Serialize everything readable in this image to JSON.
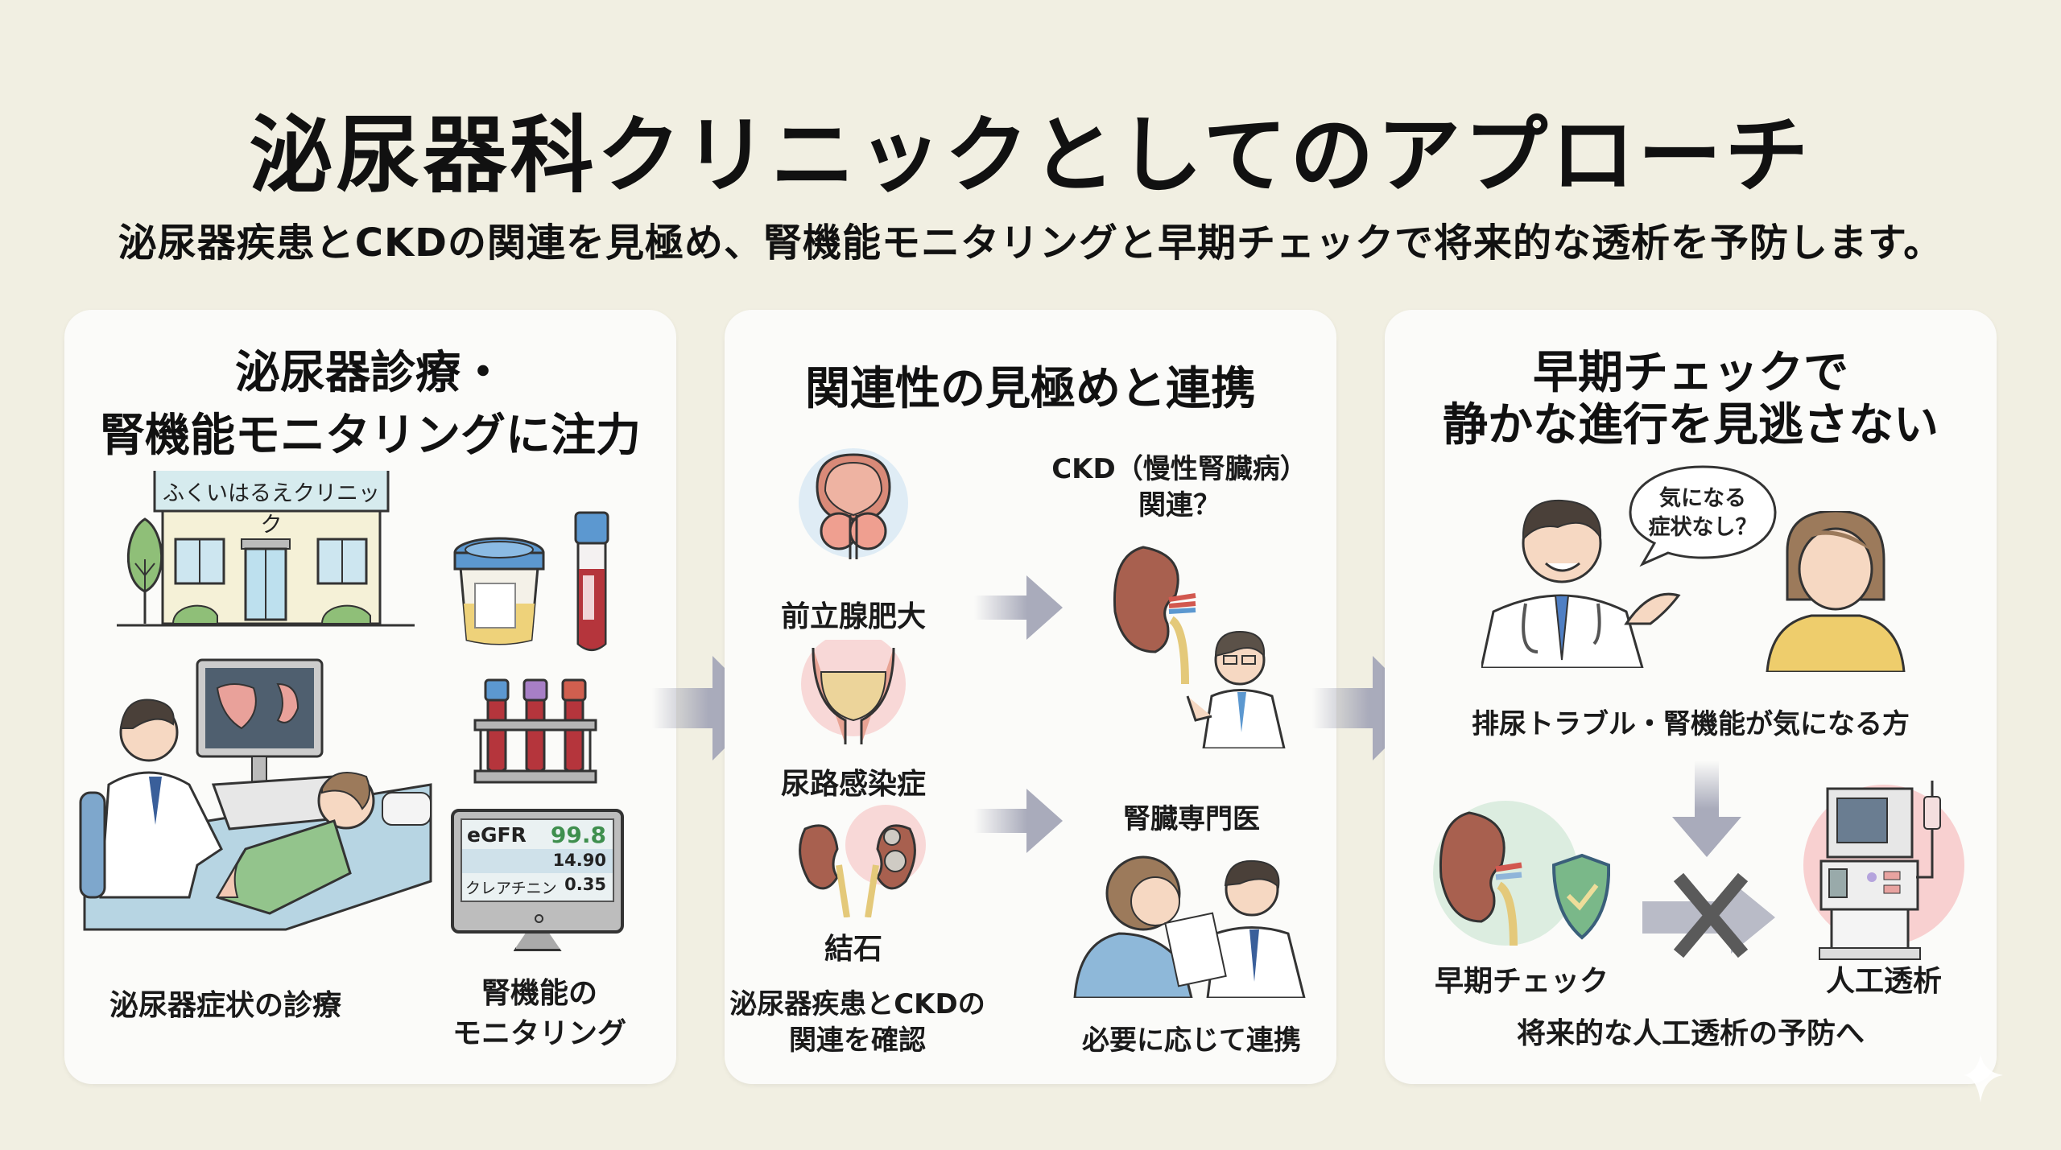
{
  "header": {
    "title": "泌尿器科クリニックとしてのアプローチ",
    "subtitle": "泌尿器疾患とCKDの関連を見極め、腎機能モニタリングと早期チェックで将来的な透析を予防します。"
  },
  "panels": [
    {
      "title_line1": "泌尿器診療・",
      "title_line2": "腎機能モニタリングに注力",
      "clinic_sign": "ふくいはるえクリニック",
      "monitor": {
        "rows": [
          {
            "label": "eGFR",
            "value": "99.8"
          },
          {
            "label": "",
            "value": "14.90"
          },
          {
            "label": "クレアチニン",
            "value": "0.35"
          }
        ]
      },
      "caption_left": "泌尿器症状の診療",
      "caption_right_line1": "腎機能の",
      "caption_right_line2": "モニタリング"
    },
    {
      "title": "関連性の見極めと連携",
      "conditions": [
        "前立腺肥大",
        "尿路感染症",
        "結石"
      ],
      "ckd_line1": "CKD（慢性腎臓病）",
      "ckd_line2": "関連？",
      "specialist": "腎臓専門医",
      "caption_left_line1": "泌尿器疾患とCKDの",
      "caption_left_line2": "関連を確認",
      "caption_right": "必要に応じて連携"
    },
    {
      "title_line1": "早期チェックで",
      "title_line2": "静かな進行を見逃さない",
      "speech_line1": "気になる",
      "speech_line2": "症状なし？",
      "target": "排尿トラブル・腎機能が気になる方",
      "early_check": "早期チェック",
      "dialysis": "人工透析",
      "caption": "将来的な人工透析の予防へ"
    }
  ],
  "colors": {
    "background": "#f1efe2",
    "panel": "#fbfbf9",
    "arrow": "#a9abbb",
    "egfr_value": "#3f8f4e",
    "kidney": "#a8604f",
    "dialysis_glow": "#f3a5a5",
    "shield": "#6fb07f"
  }
}
